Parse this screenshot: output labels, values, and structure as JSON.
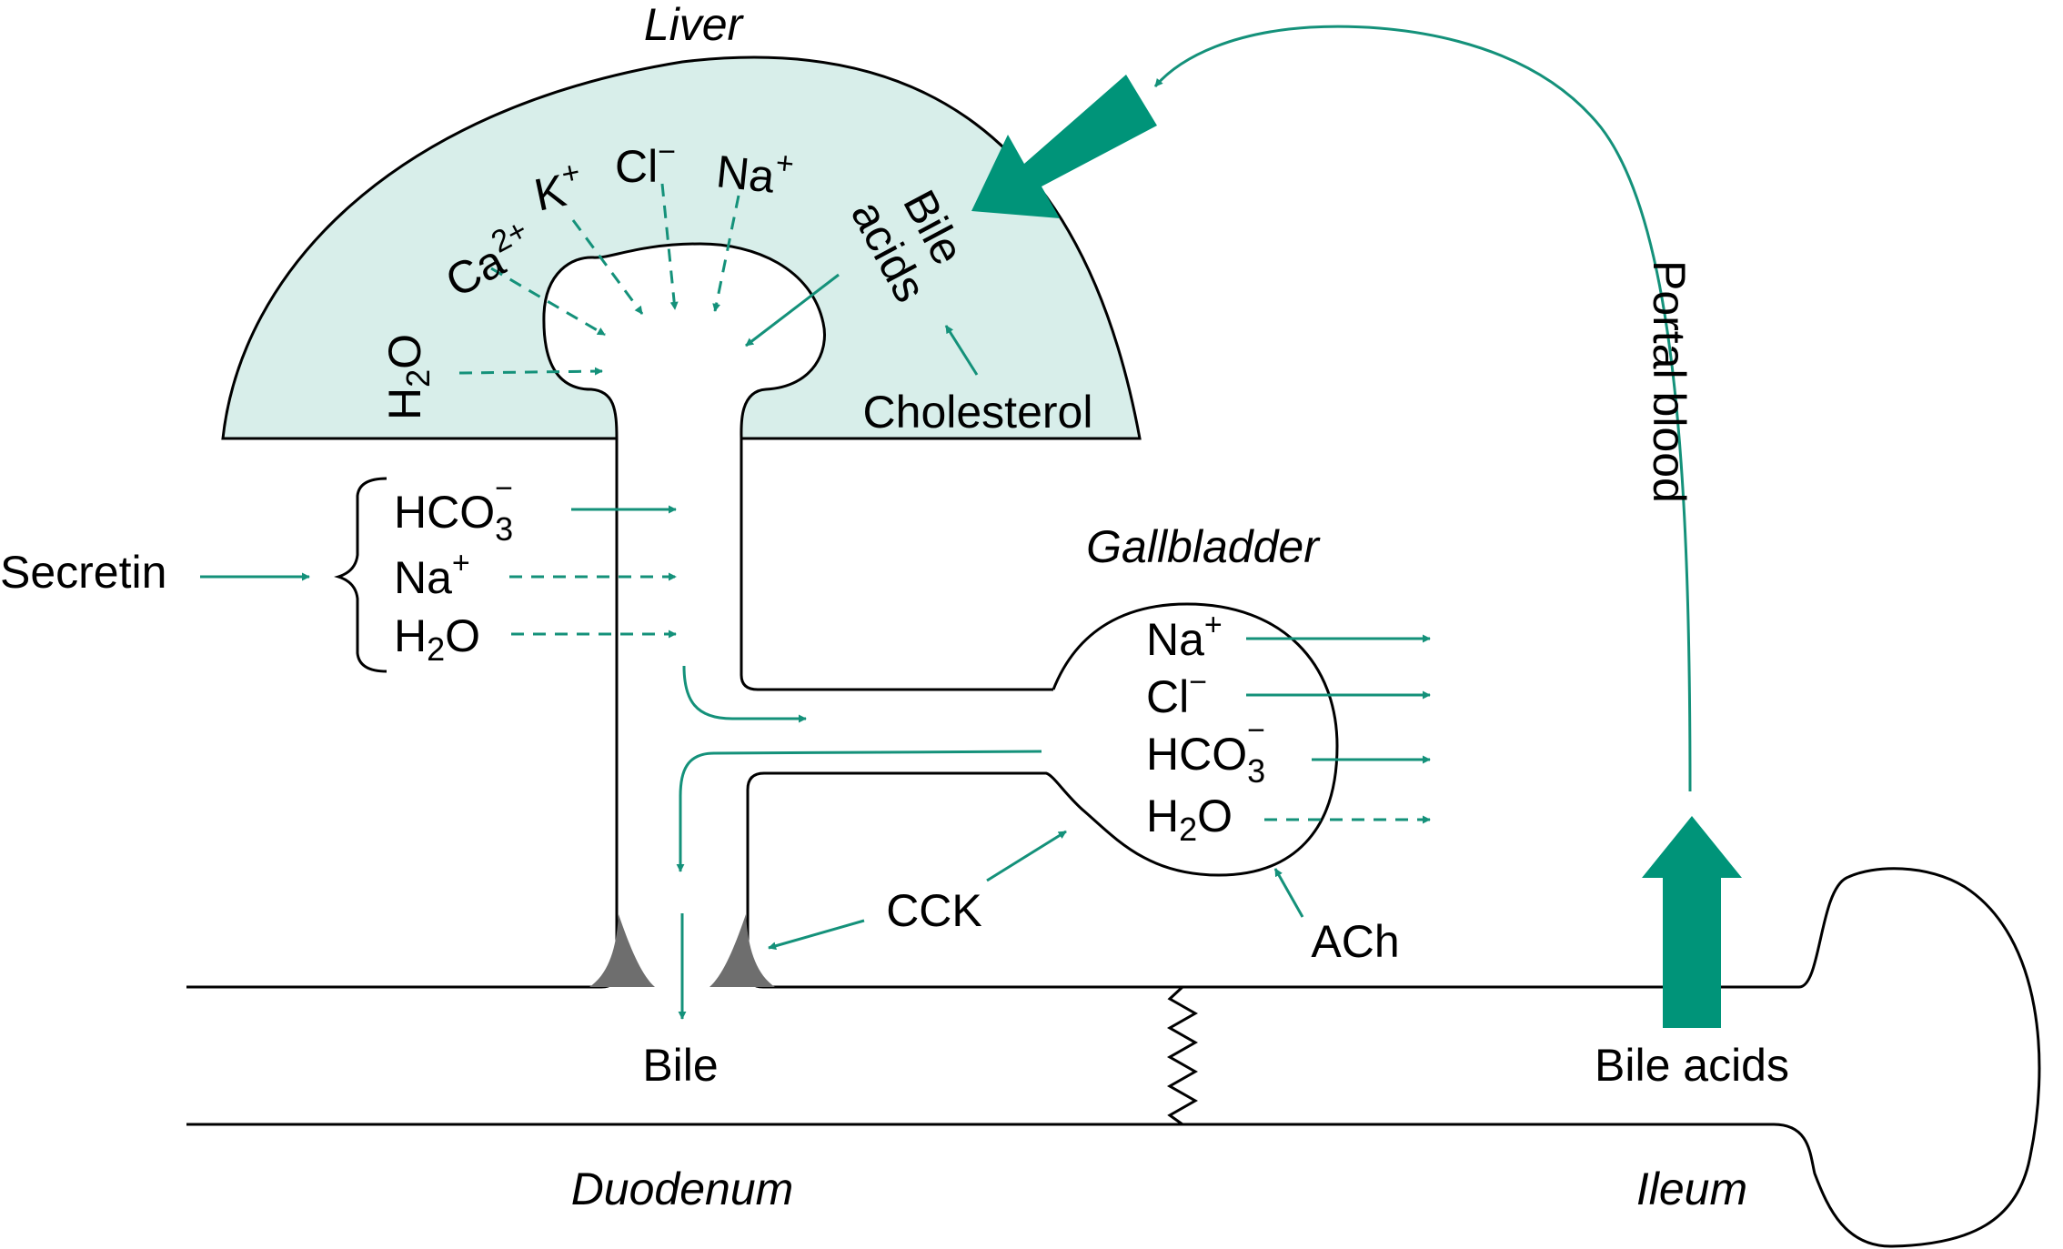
{
  "colors": {
    "accent": "#14917a",
    "big_arrow": "#009479",
    "liver_fill": "#d8eeea",
    "sphincter": "#6e6e6e",
    "outline": "#000000"
  },
  "labels": {
    "liver": "Liver",
    "gallbladder": "Gallbladder",
    "duodenum": "Duodenum",
    "ileum": "Ileum",
    "portal_blood": "Portal blood",
    "bile": "Bile",
    "bile_acids": "Bile acids",
    "cck": "CCK",
    "ach": "ACh",
    "secretin": "Secretin",
    "cholesterol": "Cholesterol",
    "bile_acids_liver_1": "Bile",
    "bile_acids_liver_2": "acids"
  },
  "liver_ions": {
    "h2o_base": "H",
    "h2o_sub": "2",
    "h2o_end": "O",
    "ca_base": "Ca",
    "ca_sup": "2+",
    "k_base": "K",
    "k_sup": "+",
    "cl_base": "Cl",
    "cl_sup": "−",
    "na_base": "Na",
    "na_sup": "+"
  },
  "duct_ions": {
    "hco3_base": "HCO",
    "hco3_sub": "3",
    "hco3_sup": "−",
    "na_base": "Na",
    "na_sup": "+",
    "h2o_base": "H",
    "h2o_sub": "2",
    "h2o_end": "O"
  },
  "gallbladder_ions": {
    "na_base": "Na",
    "na_sup": "+",
    "cl_base": "Cl",
    "cl_sup": "−",
    "hco3_base": "HCO",
    "hco3_sub": "3",
    "hco3_sup": "−",
    "h2o_base": "H",
    "h2o_sub": "2",
    "h2o_end": "O"
  }
}
